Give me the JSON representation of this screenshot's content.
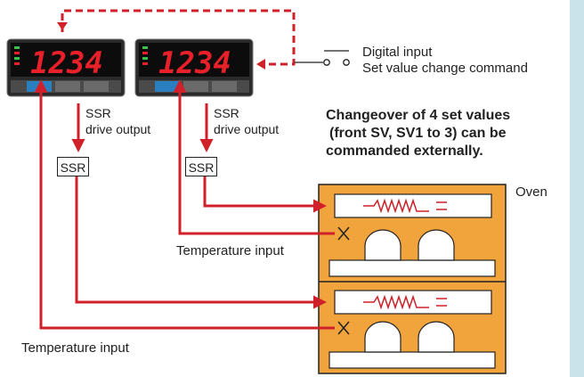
{
  "controllers": [
    {
      "display": "1234"
    },
    {
      "display": "1234"
    }
  ],
  "labels": {
    "digital_input": "Digital input",
    "set_value_change": "Set value change command",
    "ssr_drive_1": "SSR",
    "ssr_drive_1b": "drive output",
    "ssr_drive_2": "SSR",
    "ssr_drive_2b": "drive output",
    "ssr_box_1": "SSR",
    "ssr_box_2": "SSR",
    "note_line1": "Changeover of 4 set values",
    "note_line2": "(front SV, SV1 to 3) can be",
    "note_line3": "commanded externally.",
    "oven": "Oven",
    "temp_input_1": "Temperature input",
    "temp_input_2": "Temperature input"
  },
  "colors": {
    "wire": "#d0202a",
    "oven_fill": "#f2a43c",
    "accent_strip": "#c8e4ea",
    "controller_body": "#1e1e1e",
    "display_red": "#e8202a"
  },
  "icons": {
    "switch": "switch-contact-icon",
    "heater": "heater-coil-icon",
    "thermocouple": "thermocouple-cross-icon"
  }
}
